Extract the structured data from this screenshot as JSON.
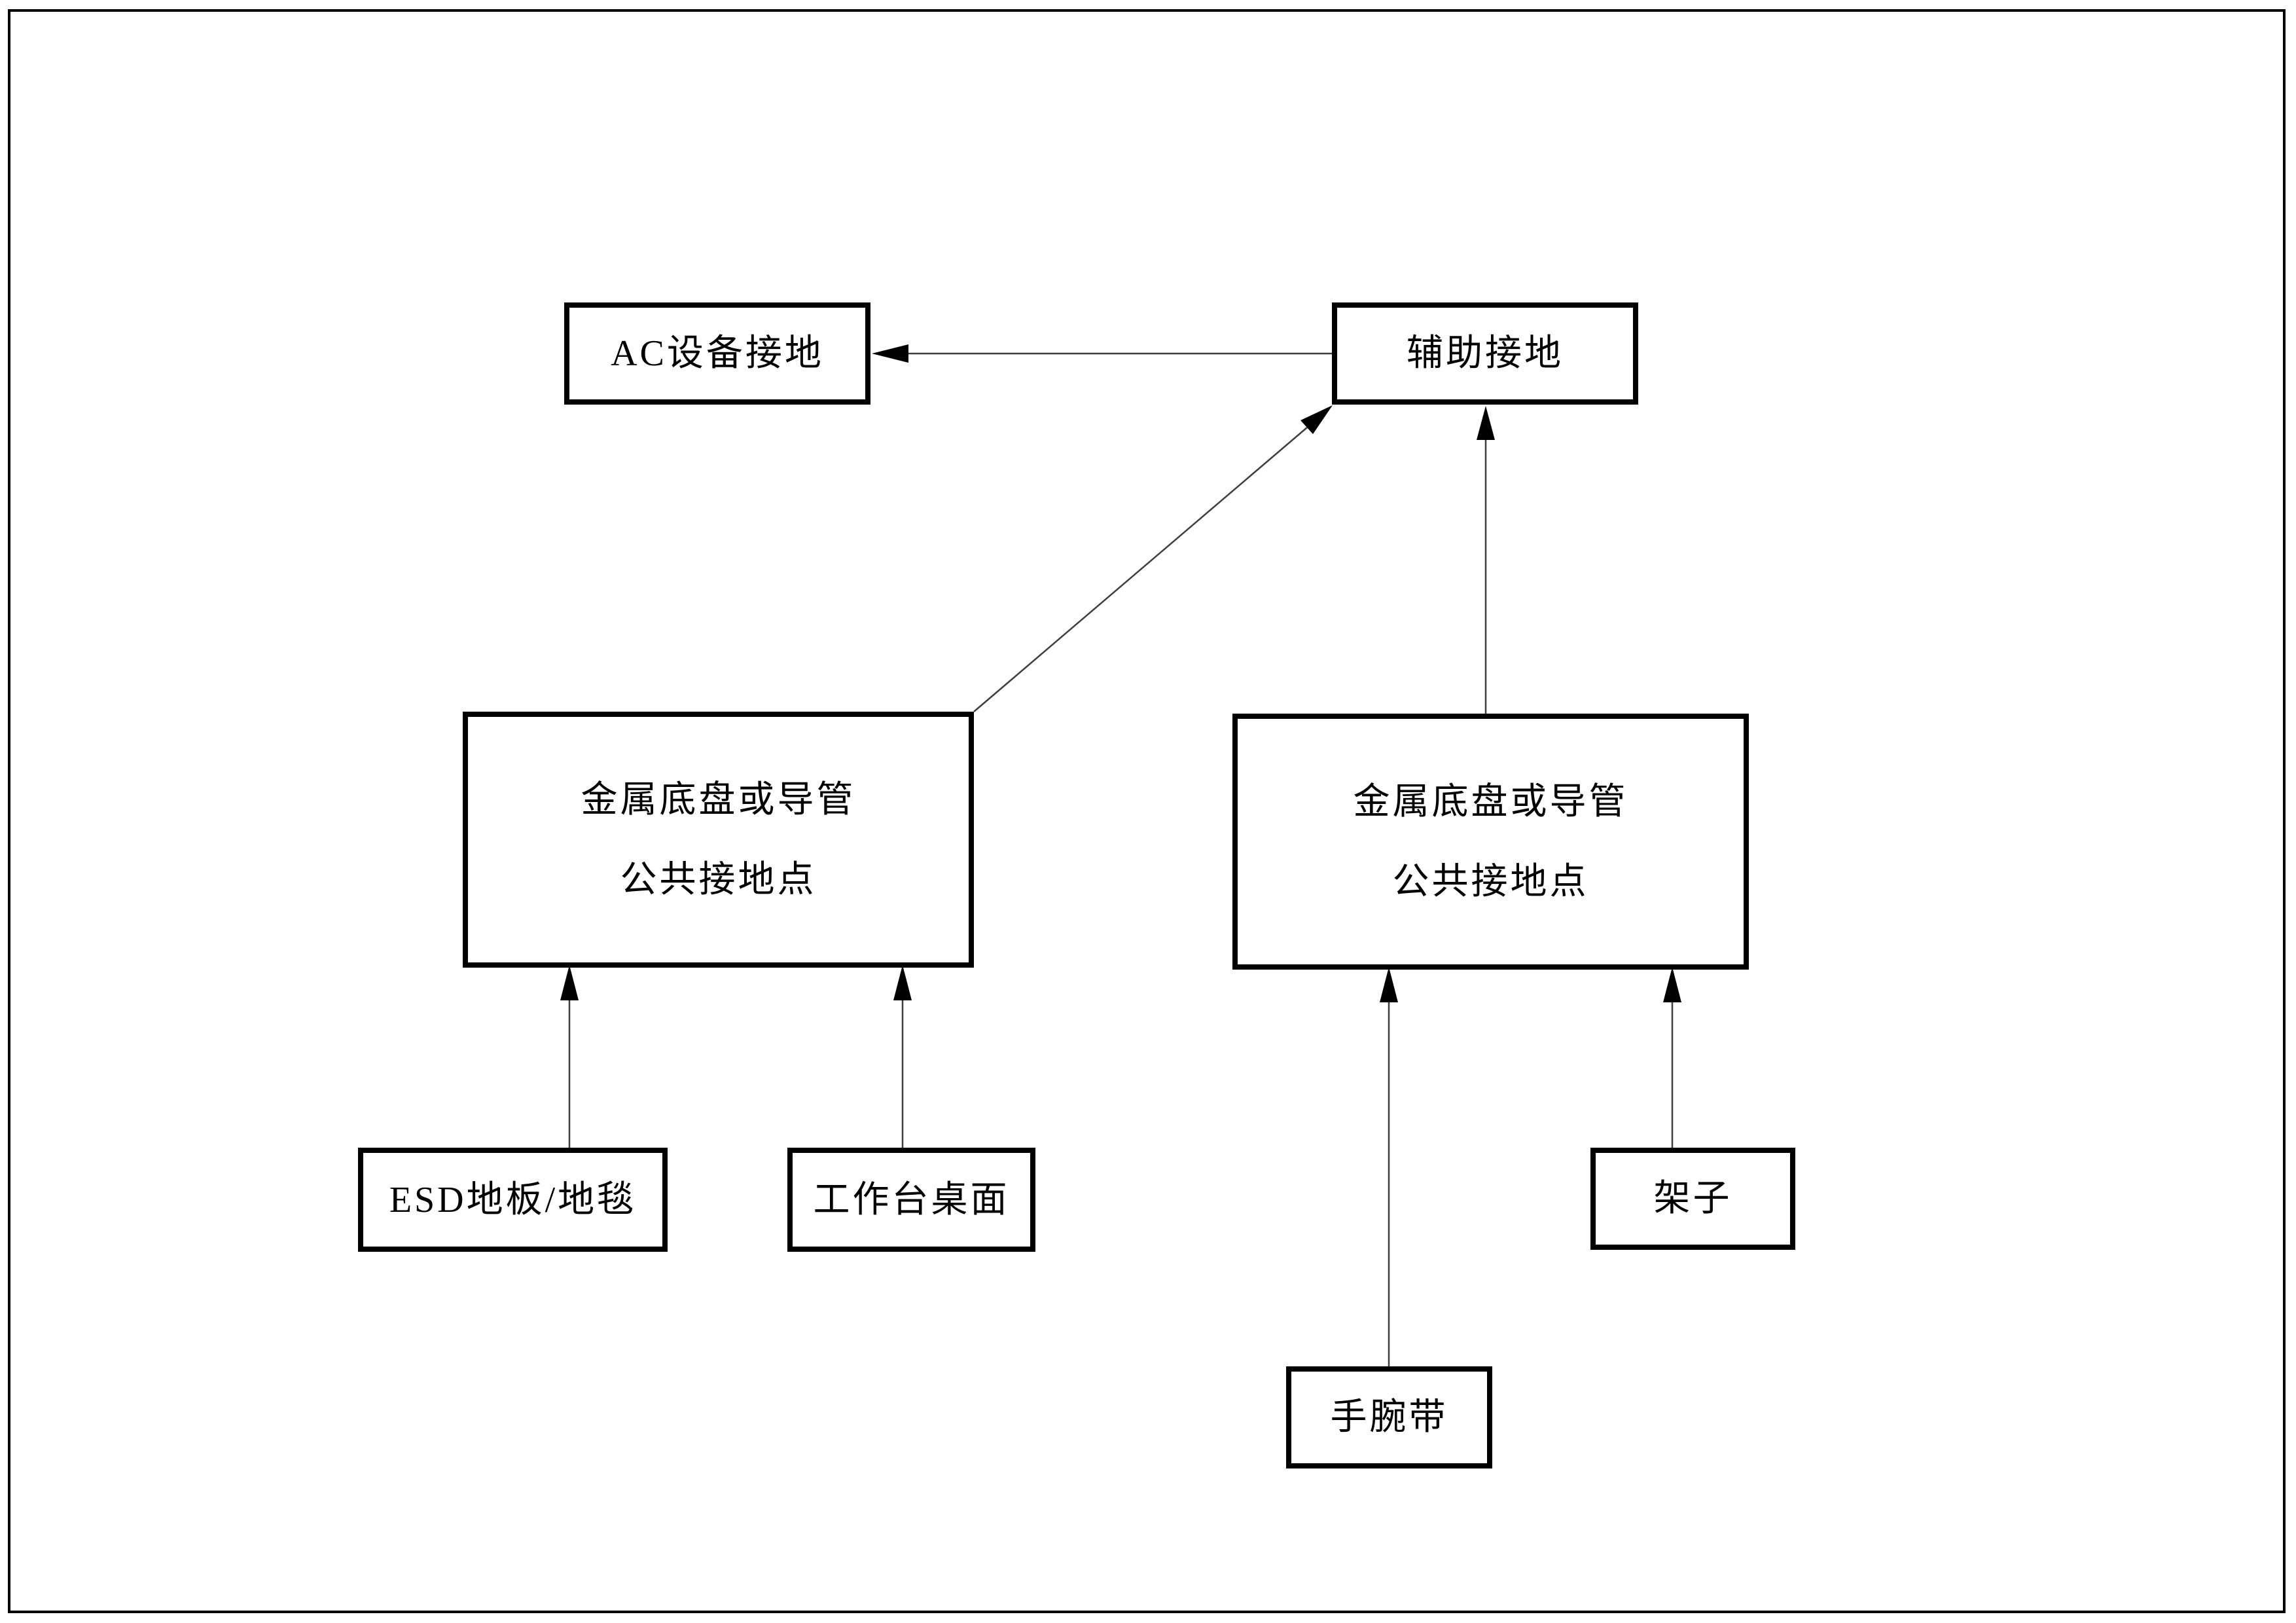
{
  "diagram": {
    "nodes": {
      "ac_ground": {
        "label": "AC设备接地"
      },
      "aux_ground": {
        "label": "辅助接地"
      },
      "common_left": {
        "line1": "金属底盘或导管",
        "line2": "公共接地点"
      },
      "common_right": {
        "line1": "金属底盘或导管",
        "line2": "公共接地点"
      },
      "esd_floor": {
        "label": "ESD地板/地毯"
      },
      "workbench": {
        "label": "工作台桌面"
      },
      "wrist_strap": {
        "label": "手腕带"
      },
      "shelf": {
        "label": "架子"
      }
    },
    "connections": [
      {
        "from": "辅助接地",
        "to": "AC设备接地"
      },
      {
        "from": "金属底盘或导管公共接地点(左)",
        "to": "辅助接地"
      },
      {
        "from": "金属底盘或导管公共接地点(右)",
        "to": "辅助接地"
      },
      {
        "from": "ESD地板/地毯",
        "to": "金属底盘或导管公共接地点(左)"
      },
      {
        "from": "工作台桌面",
        "to": "金属底盘或导管公共接地点(左)"
      },
      {
        "from": "手腕带",
        "to": "金属底盘或导管公共接地点(右)"
      },
      {
        "from": "架子",
        "to": "金属底盘或导管公共接地点(右)"
      }
    ],
    "colors": {
      "line": "#3f3f3f",
      "box_border": "#000000",
      "background": "#ffffff"
    }
  }
}
